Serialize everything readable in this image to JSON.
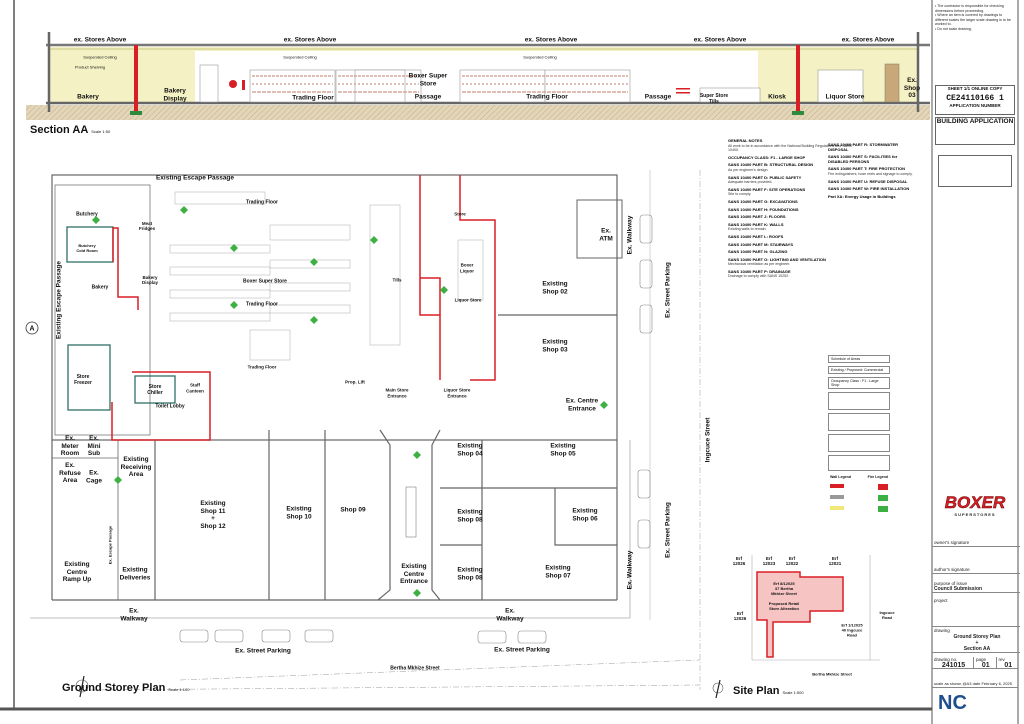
{
  "section": {
    "title": "Section AA",
    "scale": "Scale 1:50",
    "labels": {
      "stores_above": "ex. Stores Above",
      "bakery": "Bakery",
      "bakery_display": "Bakery\nDisplay",
      "boxer_super_store": "Boxer Super\nStore",
      "trading_floor": "Trading Floor",
      "passage": "Passage",
      "tills": "Super Store\nTills",
      "kiosk": "Kiosk",
      "liquor_store": "Liquor Store",
      "ex_shop_03": "Ex.\nShop\n03",
      "suspended_ceiling": "Suspended Ceiling",
      "product_shelving": "Product Shelving"
    }
  },
  "plan": {
    "title": "Ground Storey Plan",
    "scale": "Scale 1:100",
    "section_marker": "A",
    "rooms": {
      "escape_passage": "Existing Escape Passage",
      "escape_passage_vert": "Existing Escape Passage",
      "trading_floor_1": "Trading Floor",
      "trading_floor_2": "Trading Floor",
      "trading_floor_3": "Trading Floor",
      "butchery": "Butchery",
      "butchery_cold_room": "Butchery\nCold Room",
      "bakery": "Bakery",
      "bakery_display": "Bakery\nDisplay",
      "meat_fridges": "Meat\nFridges",
      "boxer_super_store": "Boxer Super Store",
      "store_freezer": "Store\nFreezer",
      "store_chiller": "Store\nChiller",
      "staff_canteen": "Staff\nCanteen",
      "toilet_lobby": "Toilet Lobby",
      "meter_room": "Ex.\nMeter\nRoom",
      "mini_sub": "Ex.\nMini\nSub",
      "refuse_area": "Ex.\nRefuse\nArea",
      "cage": "Ex.\nCage",
      "receiving_area": "Existing\nReceiving\nArea",
      "deliveries": "Existing\nDeliveries",
      "ramp_up": "Existing\nCentre\nRamp Up",
      "escape_passage_ex": "Ex. Escape Passage",
      "shop_11_12": "Existing\nShop 11\n+\nShop 12",
      "shop_10": "Existing\nShop 10",
      "shop_09": "Shop 09",
      "centre_entrance": "Existing\nCentre\nEntrance",
      "shop_08a": "Existing\nShop 08",
      "shop_08b": "Existing\nShop 08",
      "shop_04": "Existing\nShop 04",
      "shop_05": "Existing\nShop 05",
      "shop_06": "Existing\nShop 06",
      "shop_07": "Existing\nShop 07",
      "shop_02": "Existing\nShop 02",
      "shop_03": "Existing\nShop 03",
      "atm": "Ex.\nATM",
      "store": "Store",
      "boxer_liquor": "Boxer\nLiquor",
      "liquor_store": "Liquor Store",
      "tills": "Tills",
      "prop_lift": "Prop. Lift",
      "main_entrance": "Main Store\nEntrance",
      "liquor_entrance": "Liquor Store\nEntrance",
      "ex_centre_entrance": "Ex. Centre\nEntrance",
      "walkway_1": "Ex.\nWalkway",
      "walkway_2": "Ex.\nWalkway",
      "walkway_v1": "Ex. Walkway",
      "walkway_v2": "Ex. Walkway",
      "street_parking_1": "Ex. Street Parking",
      "street_parking_2": "Ex. Street Parking",
      "street_parking_v1": "Ex. Street Parking",
      "street_parking_v2": "Ex. Street Parking",
      "bertha_street": "Bertha Mkhize Street",
      "ingcuce_street": "Ingcuce Street"
    }
  },
  "site_plan": {
    "title": "Site Plan",
    "scale": "Scale 1:500",
    "erfs": [
      "Erf\n12026",
      "Erf\n12023",
      "Erf\n12022",
      "Erf\n12021",
      "Erf\n12026"
    ],
    "subject_erf": "Erf 8/12025\n37 Bertha\nMkhize Street\n\nProposed Retail\nStore Alteration",
    "neighbour_erf": "Erf 1/12025\n40 Ingcuce\nRoad",
    "road_east": "Ingcuce\nRoad",
    "road_south": "Bertha Mkhize Street"
  },
  "notes": {
    "heading": "GENERAL NOTES",
    "occupancy": "OCCUPANCY CLASS: F1 - LARGE SHOP",
    "col1": [
      "SANS 10400 PART B: STRUCTURAL DESIGN",
      "SANS 10400 PART D: PUBLIC SAFETY",
      "SANS 10400 PART F: SITE OPERATIONS",
      "SANS 10400 PART G: EXCAVATIONS",
      "SANS 10400 PART H: FOUNDATIONS",
      "SANS 10400 PART J: FLOORS",
      "SANS 10400 PART K: WALLS",
      "SANS 10400 PART L: ROOFS",
      "SANS 10400 PART M: STAIRWAYS",
      "SANS 10400 PART N: GLAZING",
      "SANS 10400 PART O: LIGHTING AND VENTILATION",
      "SANS 10400 PART P: DRAINAGE"
    ],
    "col2": [
      "SANS 10400 PART R: STORMWATER DISPOSAL",
      "SANS 10400 PART S: FACILITIES for DISABLED PERSONS",
      "SANS 10400 PART T: FIRE PROTECTION",
      "SANS 10400 PART U: REFUSE DISPOSAL",
      "SANS 10400 PART W: FIRE INSTALLATION",
      "Part XA: Energy Usage in Buildings"
    ],
    "schedule": [
      "Schedule of Areas",
      "Existing / Proposed: Commercial",
      "Occupancy Class : F1 - Large Shop"
    ],
    "legend_wall": "Wall Legend",
    "legend_fire": "Fire Legend"
  },
  "title_block": {
    "sheet": "SHEET 1/1   ONLINE COPY",
    "app_number": "CE24110166 1",
    "app_number_label": "APPLICATION NUMBER",
    "building_application": "BUILDING APPLICATION",
    "owner_signature_label": "owner's signature",
    "author_signature_label": "author's signature",
    "purpose_label": "purpose of issue",
    "purpose": "Council Submission",
    "project_label": "project",
    "drawing_label": "drawing",
    "drawing": "Ground Storey Plan\n+\nSection AA",
    "drawing_no_label": "drawing no.",
    "drawing_no": "241015",
    "page_label": "page",
    "page": "01",
    "rev_label": "rev",
    "rev": "01",
    "scale_label": "scale",
    "scale": "as shown @A3",
    "date_label": "date",
    "date": "February 6, 2025",
    "client_logo": "BOXER SUPERSTORES",
    "consultant_logo": "NC"
  },
  "colors": {
    "red": "#d81f26",
    "green": "#3cb043",
    "yellow": "#f4f1c4",
    "pink": "#f7c4c4"
  }
}
